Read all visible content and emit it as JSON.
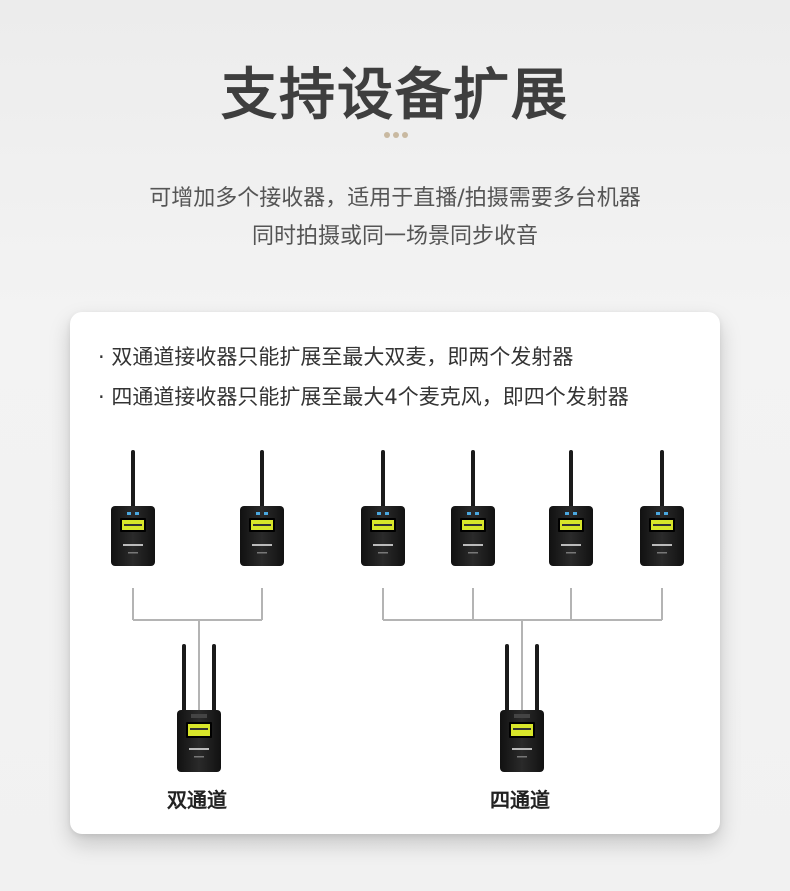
{
  "header": {
    "title": "支持设备扩展",
    "subtitle_line1": "可增加多个接收器，适用于直播/拍摄需要多台机器",
    "subtitle_line2": "同时拍摄或同一场景同步收音"
  },
  "card": {
    "bullets": [
      "· 双通道接收器只能扩展至最大双麦，即两个发射器",
      "· 四通道接收器只能扩展至最大4个麦克风，即四个发射器"
    ],
    "groups": [
      {
        "label": "双通道",
        "transmitters": 2
      },
      {
        "label": "四通道",
        "transmitters": 4
      }
    ]
  },
  "colors": {
    "accent_dots": "#c9b9a1",
    "device_body": "#1b1b1b",
    "screen": "#d8e62a",
    "connector_line": "#b4b4b4"
  }
}
